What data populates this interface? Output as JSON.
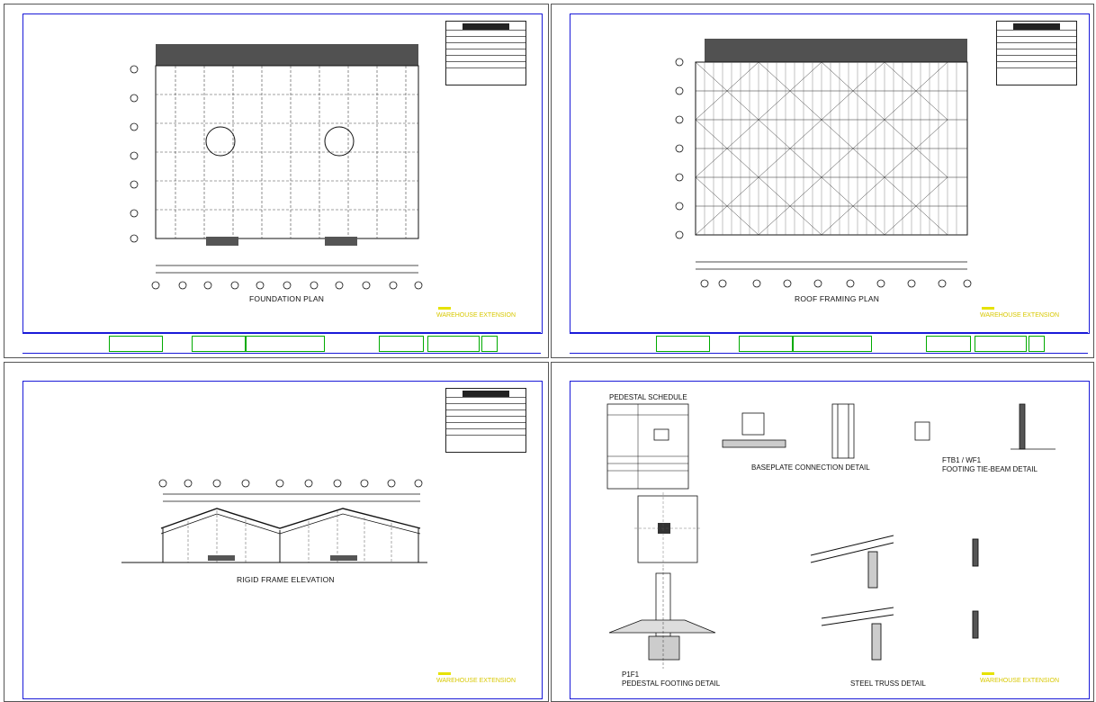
{
  "sheets": {
    "foundation": {
      "title": "FOUNDATION PLAN",
      "logo": "WAREHOUSE EXTENSION"
    },
    "roof": {
      "title": "ROOF FRAMING PLAN",
      "logo": "WAREHOUSE EXTENSION"
    },
    "elevation": {
      "title": "RIGID FRAME ELEVATION",
      "logo": "WAREHOUSE EXTENSION"
    },
    "details": {
      "logo": "WAREHOUSE EXTENSION",
      "pedestal_schedule": "PEDESTAL SCHEDULE",
      "baseplate": "BASEPLATE CONNECTION DETAIL",
      "ftb_tag": "FTB1 / WF1",
      "footing_tie": "FOOTING TIE-BEAM DETAIL",
      "p1f1_tag": "P1F1",
      "pedestal_footing": "PEDESTAL FOOTING DETAIL",
      "steel_truss": "STEEL TRUSS DETAIL"
    }
  },
  "colors": {
    "frame": "#1a1ad8",
    "titleblock": "#00aa00",
    "accent": "#e6e200",
    "ink": "#111111"
  }
}
